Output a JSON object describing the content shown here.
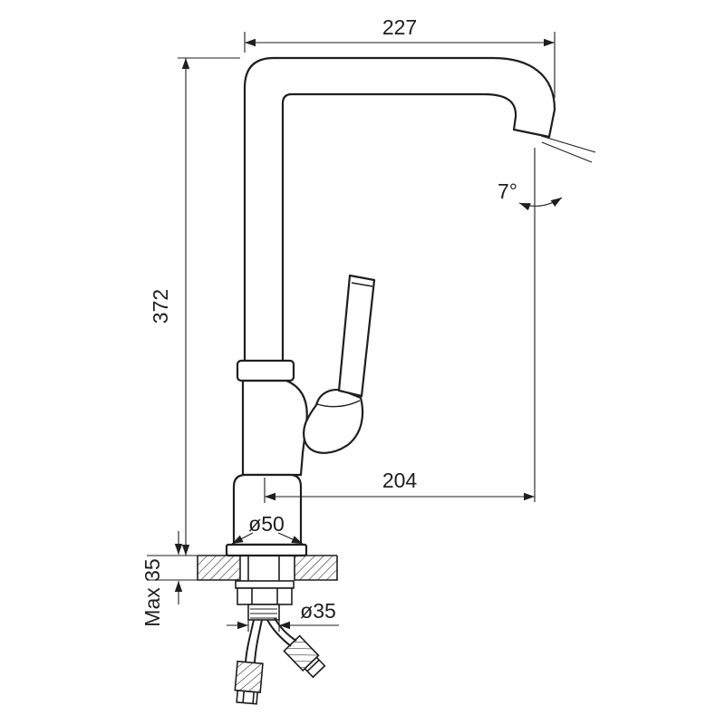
{
  "drawing": {
    "background": "#ffffff",
    "line_color": "#1f1f1f",
    "dimensions": {
      "spout_width": "227",
      "overall_height": "372",
      "spout_reach": "204",
      "spout_angle": "7°",
      "base_diameter": "ø50",
      "max_deck_thickness": "Max 35",
      "shank_diameter": "ø35"
    }
  }
}
